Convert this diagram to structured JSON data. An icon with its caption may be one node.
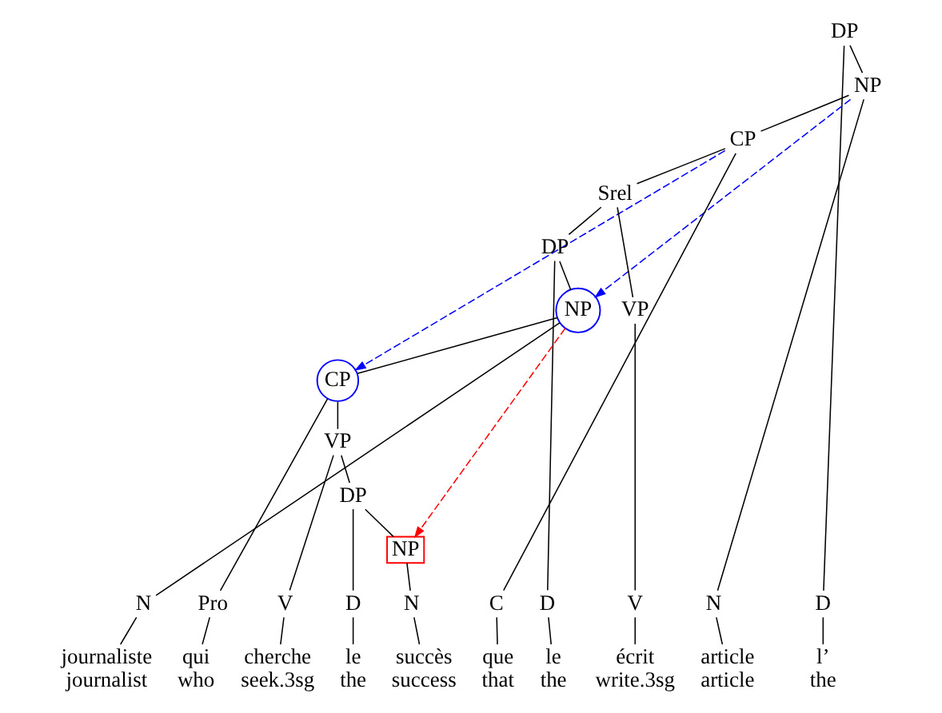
{
  "diagram": {
    "nodes": [
      {
        "text": [
          "DP"
        ]
      },
      {
        "text": [
          "NP"
        ]
      },
      {
        "text": [
          "CP"
        ]
      },
      {
        "text": [
          "Srel"
        ]
      },
      {
        "text": [
          "DP"
        ]
      },
      {
        "text": [
          "VP"
        ]
      },
      {
        "text": [
          "NP"
        ]
      },
      {
        "text": [
          "CP"
        ]
      },
      {
        "text": [
          "VP"
        ]
      },
      {
        "text": [
          "DP"
        ]
      },
      {
        "text": [
          "NP"
        ]
      },
      {
        "text": [
          "D"
        ]
      },
      {
        "text": [
          "N"
        ]
      },
      {
        "text": [
          "C"
        ]
      },
      {
        "text": [
          "D"
        ]
      },
      {
        "text": [
          "N"
        ]
      },
      {
        "text": [
          "Pro"
        ]
      },
      {
        "text": [
          "V"
        ]
      },
      {
        "text": [
          "D"
        ]
      },
      {
        "text": [
          "N"
        ]
      },
      {
        "text": [
          "V"
        ]
      },
      {
        "text": [
          "l’",
          "the"
        ]
      },
      {
        "text": [
          "article",
          "article"
        ]
      },
      {
        "text": [
          "que",
          "that"
        ]
      },
      {
        "text": [
          "le",
          "the"
        ]
      },
      {
        "text": [
          "journaliste",
          "journalist"
        ]
      },
      {
        "text": [
          "qui",
          "who"
        ]
      },
      {
        "text": [
          "cherche",
          "seek.3sg"
        ]
      },
      {
        "text": [
          "le",
          "the"
        ]
      },
      {
        "text": [
          "succès",
          "success"
        ]
      },
      {
        "text": [
          "écrit",
          "write.3sg"
        ]
      }
    ],
    "edges": [
      {
        "from": 0,
        "to": 11,
        "arrow": "none"
      },
      {
        "from": 0,
        "to": 1,
        "arrow": "none"
      },
      {
        "from": 1,
        "to": 12,
        "arrow": "none"
      },
      {
        "from": 1,
        "to": 2,
        "arrow": "none"
      },
      {
        "from": 2,
        "to": 13,
        "arrow": "none"
      },
      {
        "from": 2,
        "to": 3,
        "arrow": "none"
      },
      {
        "from": 3,
        "to": 4,
        "arrow": "none"
      },
      {
        "from": 3,
        "to": 5,
        "arrow": "none"
      },
      {
        "from": 4,
        "to": 14,
        "arrow": "none"
      },
      {
        "from": 4,
        "to": 6,
        "arrow": "none"
      },
      {
        "from": 6,
        "to": 15,
        "arrow": "none"
      },
      {
        "from": 6,
        "to": 7,
        "arrow": "none"
      },
      {
        "from": 7,
        "to": 16,
        "arrow": "none"
      },
      {
        "from": 7,
        "to": 8,
        "arrow": "none"
      },
      {
        "from": 8,
        "to": 17,
        "arrow": "none"
      },
      {
        "from": 8,
        "to": 9,
        "arrow": "none"
      },
      {
        "from": 9,
        "to": 18,
        "arrow": "none"
      },
      {
        "from": 9,
        "to": 10,
        "arrow": "none"
      },
      {
        "from": 10,
        "to": 19,
        "arrow": "none"
      },
      {
        "from": 5,
        "to": 20,
        "arrow": "none"
      },
      {
        "from": 11,
        "to": 21,
        "arrow": "none"
      },
      {
        "from": 12,
        "to": 22,
        "arrow": "none"
      },
      {
        "from": 13,
        "to": 23,
        "arrow": "none"
      },
      {
        "from": 14,
        "to": 24,
        "arrow": "none"
      },
      {
        "from": 15,
        "to": 25,
        "arrow": "none"
      },
      {
        "from": 16,
        "to": 26,
        "arrow": "none"
      },
      {
        "from": 17,
        "to": 27,
        "arrow": "none"
      },
      {
        "from": 18,
        "to": 28,
        "arrow": "none"
      },
      {
        "from": 19,
        "to": 29,
        "arrow": "none"
      },
      {
        "from": 20,
        "to": 30,
        "arrow": "none"
      },
      {
        "from": 1,
        "to": 6,
        "arrow": "to",
        "style": "dashed",
        "color": "#0000ff"
      },
      {
        "from": 2,
        "to": 7,
        "arrow": "to",
        "style": "dashed",
        "color": "#0000ff"
      },
      {
        "from": 6,
        "to": 10,
        "arrow": "to",
        "style": "dashed",
        "color": "#ff0000"
      }
    ]
  }
}
